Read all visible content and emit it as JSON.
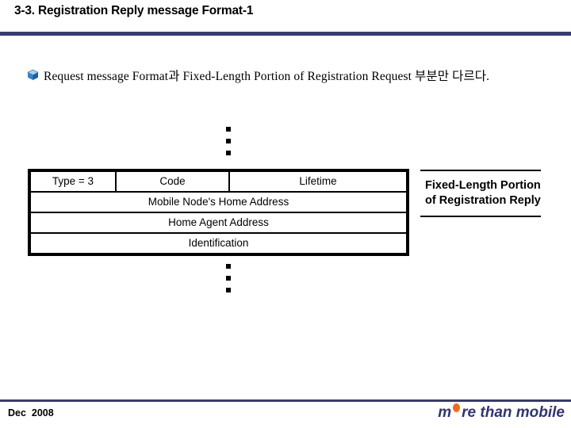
{
  "slide": {
    "title": "3-3. Registration Reply message Format-1",
    "rule_color": "#363b78"
  },
  "bullet": {
    "icon": "blue-cube-bullet-icon",
    "text": "Request message Format과 Fixed-Length Portion of Registration Request 부분만 다르다."
  },
  "packet_diagram": {
    "name": "registration-reply-message-format",
    "rows": [
      {
        "cells": [
          {
            "label": "Type = 3"
          },
          {
            "label": "Code"
          },
          {
            "label": "Lifetime"
          }
        ]
      },
      {
        "cells": [
          {
            "label": "Mobile Node's Home Address"
          }
        ]
      },
      {
        "cells": [
          {
            "label": "Home Agent Address"
          }
        ]
      },
      {
        "cells": [
          {
            "label": "Identification"
          }
        ]
      }
    ]
  },
  "side_note": {
    "text": "Fixed-Length Portion of Registration Reply"
  },
  "footer": {
    "date": "Dec  2008",
    "brand_pre": "m",
    "brand_dot": "orange-dot-icon",
    "brand_post": "re than mobile",
    "brand_color": "#2f3573",
    "dot_color": "#f26a1b"
  }
}
